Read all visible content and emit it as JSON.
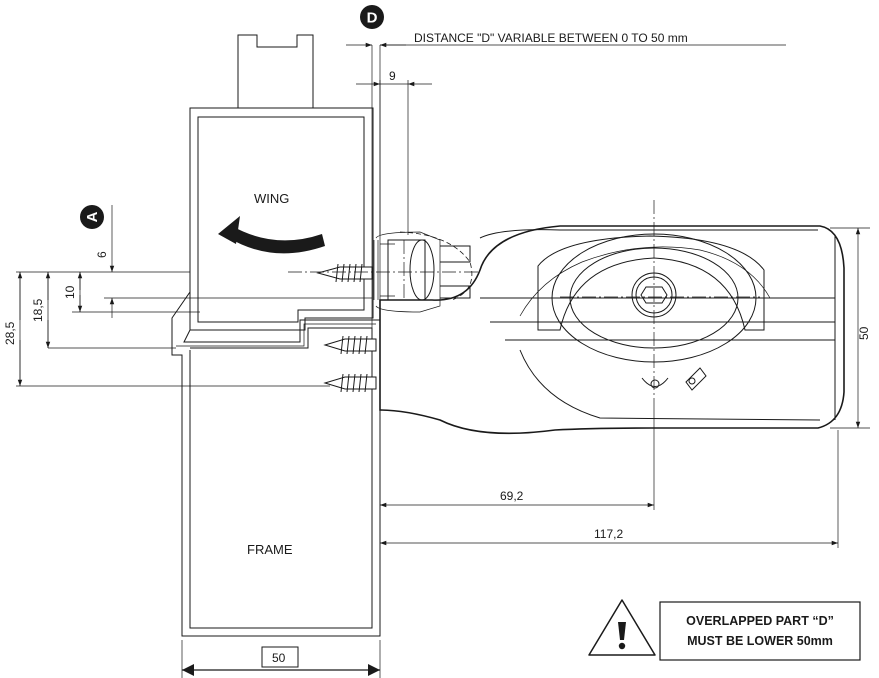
{
  "labels": {
    "wing": "WING",
    "frame": "FRAME",
    "distance_note": "DISTANCE \"D\" VARIABLE BETWEEN 0 TO 50 mm"
  },
  "markers": {
    "d": "D",
    "a": "A"
  },
  "dimensions": {
    "d9": "9",
    "d6": "6",
    "d10": "10",
    "d18_5": "18,5",
    "d28_5": "28,5",
    "d50_right": "50",
    "d69_2": "69,2",
    "d117_2": "117,2",
    "d50_bottom": "50"
  },
  "warning": {
    "line1": "OVERLAPPED PART “D”",
    "line2": "MUST BE LOWER 50mm",
    "icon": "warning-triangle-icon"
  },
  "colors": {
    "ink": "#1a1a1a",
    "marker_fill": "#1a1a1a",
    "marker_text": "#ffffff"
  }
}
